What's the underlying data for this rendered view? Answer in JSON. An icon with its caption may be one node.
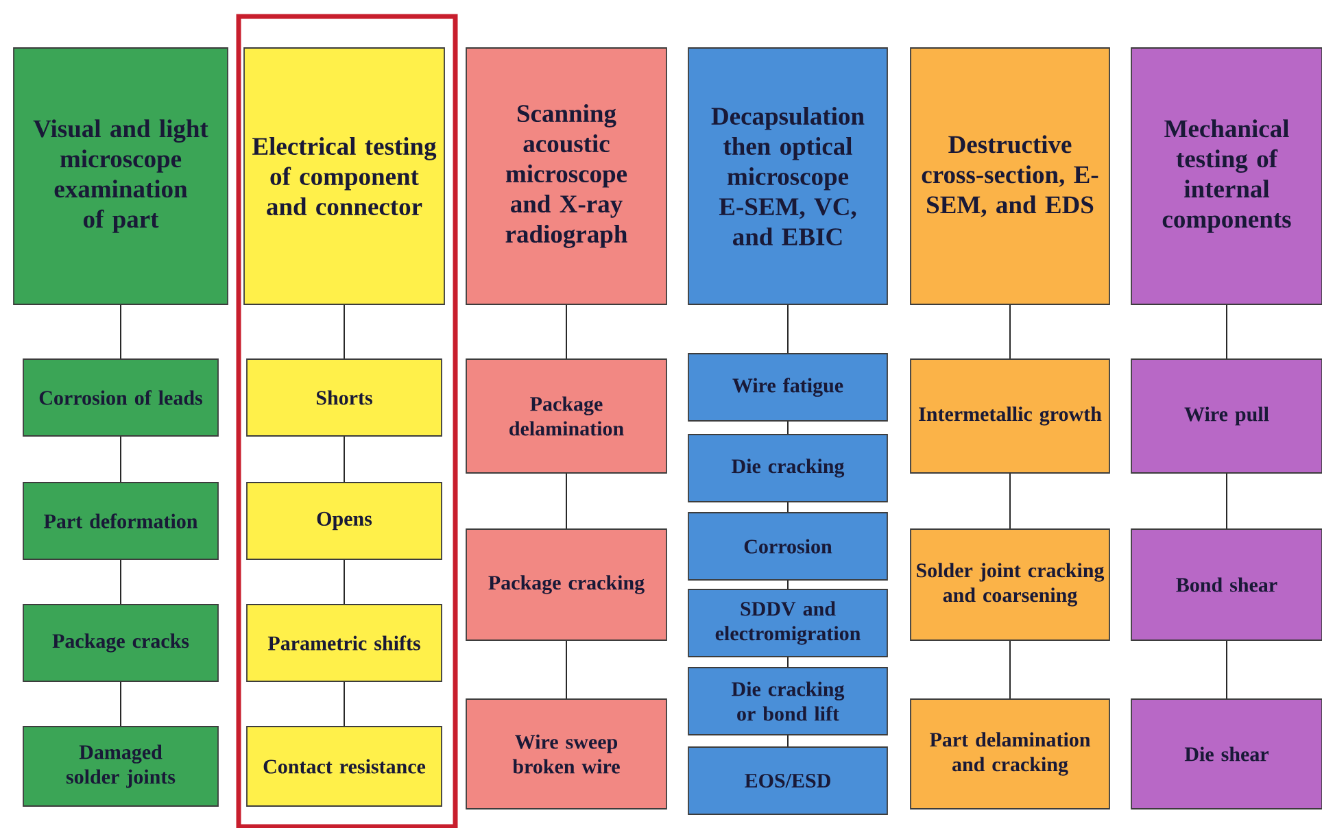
{
  "diagram": {
    "nodes": [
      {
        "text": [
          "Visual and light microscope examination of part"
        ]
      },
      {
        "text": [
          "Corrosion of leads"
        ]
      },
      {
        "text": [
          "Part deformation"
        ]
      },
      {
        "text": [
          "Package cracks"
        ]
      },
      {
        "text": [
          "Damaged solder joints"
        ]
      },
      {
        "text": [
          "Electrical testing of component and connector"
        ]
      },
      {
        "text": [
          "Shorts"
        ]
      },
      {
        "text": [
          "Opens"
        ]
      },
      {
        "text": [
          "Parametric shifts"
        ]
      },
      {
        "text": [
          "Contact resistance"
        ]
      },
      {
        "text": [
          "Scanning acoustic microscope and X-ray radiograph"
        ]
      },
      {
        "text": [
          "Package delamination"
        ]
      },
      {
        "text": [
          "Package cracking"
        ]
      },
      {
        "text": [
          "Wire sweep broken wire"
        ]
      },
      {
        "text": [
          "Decapsulation then optical microscope E-SEM, VC, and EBIC"
        ]
      },
      {
        "text": [
          "Wire fatigue"
        ]
      },
      {
        "text": [
          "Die cracking"
        ]
      },
      {
        "text": [
          "Corrosion"
        ]
      },
      {
        "text": [
          "SDDV and electromigration"
        ]
      },
      {
        "text": [
          "Die cracking or bond lift"
        ]
      },
      {
        "text": [
          "EOS/ESD"
        ]
      },
      {
        "text": [
          "Destructive cross-section, E-SEM, and EDS"
        ]
      },
      {
        "text": [
          "Intermetallic growth"
        ]
      },
      {
        "text": [
          "Solder joint cracking and coarsening"
        ]
      },
      {
        "text": [
          "Part delamination and cracking"
        ]
      },
      {
        "text": [
          "Mechanical testing of internal components"
        ]
      },
      {
        "text": [
          "Wire pull"
        ]
      },
      {
        "text": [
          "Bond shear"
        ]
      },
      {
        "text": [
          "Die shear"
        ]
      }
    ],
    "edges": [
      {
        "from": 0,
        "to": 1,
        "arrow": "none"
      },
      {
        "from": 1,
        "to": 2,
        "arrow": "none"
      },
      {
        "from": 2,
        "to": 3,
        "arrow": "none"
      },
      {
        "from": 3,
        "to": 4,
        "arrow": "none"
      },
      {
        "from": 5,
        "to": 6,
        "arrow": "none"
      },
      {
        "from": 6,
        "to": 7,
        "arrow": "none"
      },
      {
        "from": 7,
        "to": 8,
        "arrow": "none"
      },
      {
        "from": 8,
        "to": 9,
        "arrow": "none"
      },
      {
        "from": 10,
        "to": 11,
        "arrow": "none"
      },
      {
        "from": 11,
        "to": 12,
        "arrow": "none"
      },
      {
        "from": 12,
        "to": 13,
        "arrow": "none"
      },
      {
        "from": 14,
        "to": 15,
        "arrow": "none"
      },
      {
        "from": 15,
        "to": 16,
        "arrow": "none"
      },
      {
        "from": 16,
        "to": 17,
        "arrow": "none"
      },
      {
        "from": 17,
        "to": 18,
        "arrow": "none"
      },
      {
        "from": 18,
        "to": 19,
        "arrow": "none"
      },
      {
        "from": 19,
        "to": 20,
        "arrow": "none"
      },
      {
        "from": 21,
        "to": 22,
        "arrow": "none"
      },
      {
        "from": 22,
        "to": 23,
        "arrow": "none"
      },
      {
        "from": 23,
        "to": 24,
        "arrow": "none"
      },
      {
        "from": 25,
        "to": 26,
        "arrow": "none"
      },
      {
        "from": 26,
        "to": 27,
        "arrow": "none"
      },
      {
        "from": 27,
        "to": 28,
        "arrow": "none"
      }
    ]
  }
}
